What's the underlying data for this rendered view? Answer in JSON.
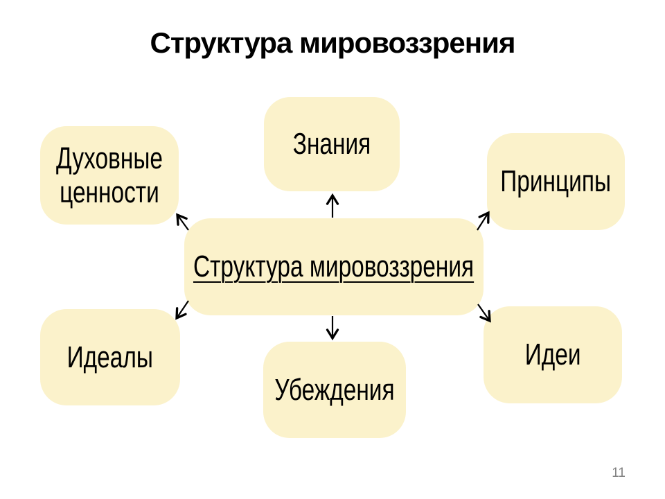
{
  "slide": {
    "title": "Структура мировоззрения",
    "page_number": "11"
  },
  "colors": {
    "background": "#FFFFFF",
    "node_fill": "#FBF2CB",
    "node_text": "#000000",
    "arrow": "#000000",
    "page_number": "#808080"
  },
  "diagram": {
    "center": {
      "id": "center",
      "label": "Структура мировоззрения",
      "underlined": true
    },
    "nodes": [
      {
        "id": "spiritual-values",
        "label": "Духовные ценности",
        "position": "top-left"
      },
      {
        "id": "knowledge",
        "label": "Знания",
        "position": "top"
      },
      {
        "id": "principles",
        "label": "Принципы",
        "position": "top-right"
      },
      {
        "id": "ideals",
        "label": "Идеалы",
        "position": "bottom-left"
      },
      {
        "id": "beliefs",
        "label": "Убеждения",
        "position": "bottom"
      },
      {
        "id": "ideas",
        "label": "Идеи",
        "position": "bottom-right"
      }
    ],
    "connections": [
      {
        "from": "center",
        "to": "knowledge",
        "direction": "up"
      },
      {
        "from": "center",
        "to": "beliefs",
        "direction": "down"
      },
      {
        "from": "center",
        "to": "spiritual-values",
        "direction": "up-left"
      },
      {
        "from": "center",
        "to": "ideals",
        "direction": "down-left"
      },
      {
        "from": "center",
        "to": "principles",
        "direction": "up-right"
      },
      {
        "from": "center",
        "to": "ideas",
        "direction": "down-right"
      }
    ]
  }
}
